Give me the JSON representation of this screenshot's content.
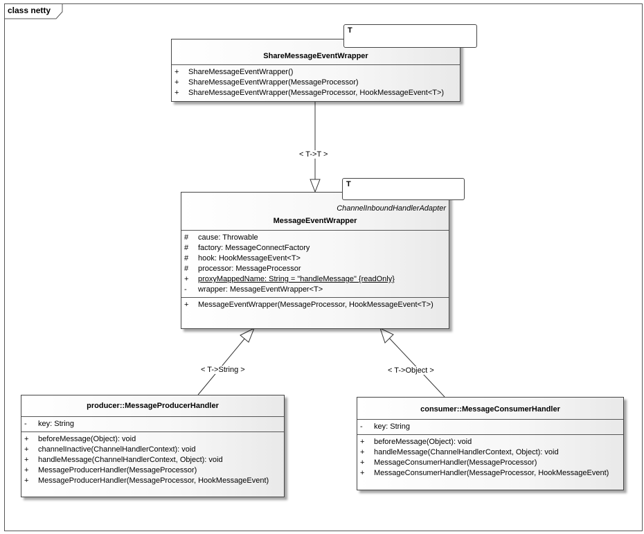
{
  "frame": {
    "label": "class netty"
  },
  "classes": {
    "share": {
      "template_param": "T",
      "name": "ShareMessageEventWrapper",
      "operations": [
        {
          "vis": "+",
          "text": "ShareMessageEventWrapper()"
        },
        {
          "vis": "+",
          "text": "ShareMessageEventWrapper(MessageProcessor)"
        },
        {
          "vis": "+",
          "text": "ShareMessageEventWrapper(MessageProcessor, HookMessageEvent<T>)"
        }
      ]
    },
    "wrapper": {
      "template_param": "T",
      "stereotype": "ChannelInboundHandlerAdapter",
      "name": "MessageEventWrapper",
      "attributes": [
        {
          "vis": "#",
          "text": "cause: Throwable"
        },
        {
          "vis": "#",
          "text": "factory: MessageConnectFactory"
        },
        {
          "vis": "#",
          "text": "hook: HookMessageEvent<T>"
        },
        {
          "vis": "#",
          "text": "processor: MessageProcessor"
        },
        {
          "vis": "+",
          "text": "proxyMappedName: String = \"handleMessage\" {readOnly}"
        },
        {
          "vis": "-",
          "text": "wrapper: MessageEventWrapper<T>"
        }
      ],
      "operations": [
        {
          "vis": "+",
          "text": "MessageEventWrapper(MessageProcessor, HookMessageEvent<T>)"
        }
      ]
    },
    "producer": {
      "name": "producer::MessageProducerHandler",
      "attributes": [
        {
          "vis": "-",
          "text": "key: String"
        }
      ],
      "operations": [
        {
          "vis": "+",
          "text": "beforeMessage(Object): void"
        },
        {
          "vis": "+",
          "text": "channelInactive(ChannelHandlerContext): void"
        },
        {
          "vis": "+",
          "text": "handleMessage(ChannelHandlerContext, Object): void"
        },
        {
          "vis": "+",
          "text": "MessageProducerHandler(MessageProcessor)"
        },
        {
          "vis": "+",
          "text": "MessageProducerHandler(MessageProcessor, HookMessageEvent)"
        }
      ]
    },
    "consumer": {
      "name": "consumer::MessageConsumerHandler",
      "attributes": [
        {
          "vis": "-",
          "text": "key: String"
        }
      ],
      "operations": [
        {
          "vis": "+",
          "text": "beforeMessage(Object): void"
        },
        {
          "vis": "+",
          "text": "handleMessage(ChannelHandlerContext, Object): void"
        },
        {
          "vis": "+",
          "text": "MessageConsumerHandler(MessageProcessor)"
        },
        {
          "vis": "+",
          "text": "MessageConsumerHandler(MessageProcessor, HookMessageEvent)"
        }
      ]
    }
  },
  "bindings": {
    "share_to_wrapper": "< T->T >",
    "producer_to_wrapper": "< T->String >",
    "consumer_to_wrapper": "< T->Object >"
  }
}
